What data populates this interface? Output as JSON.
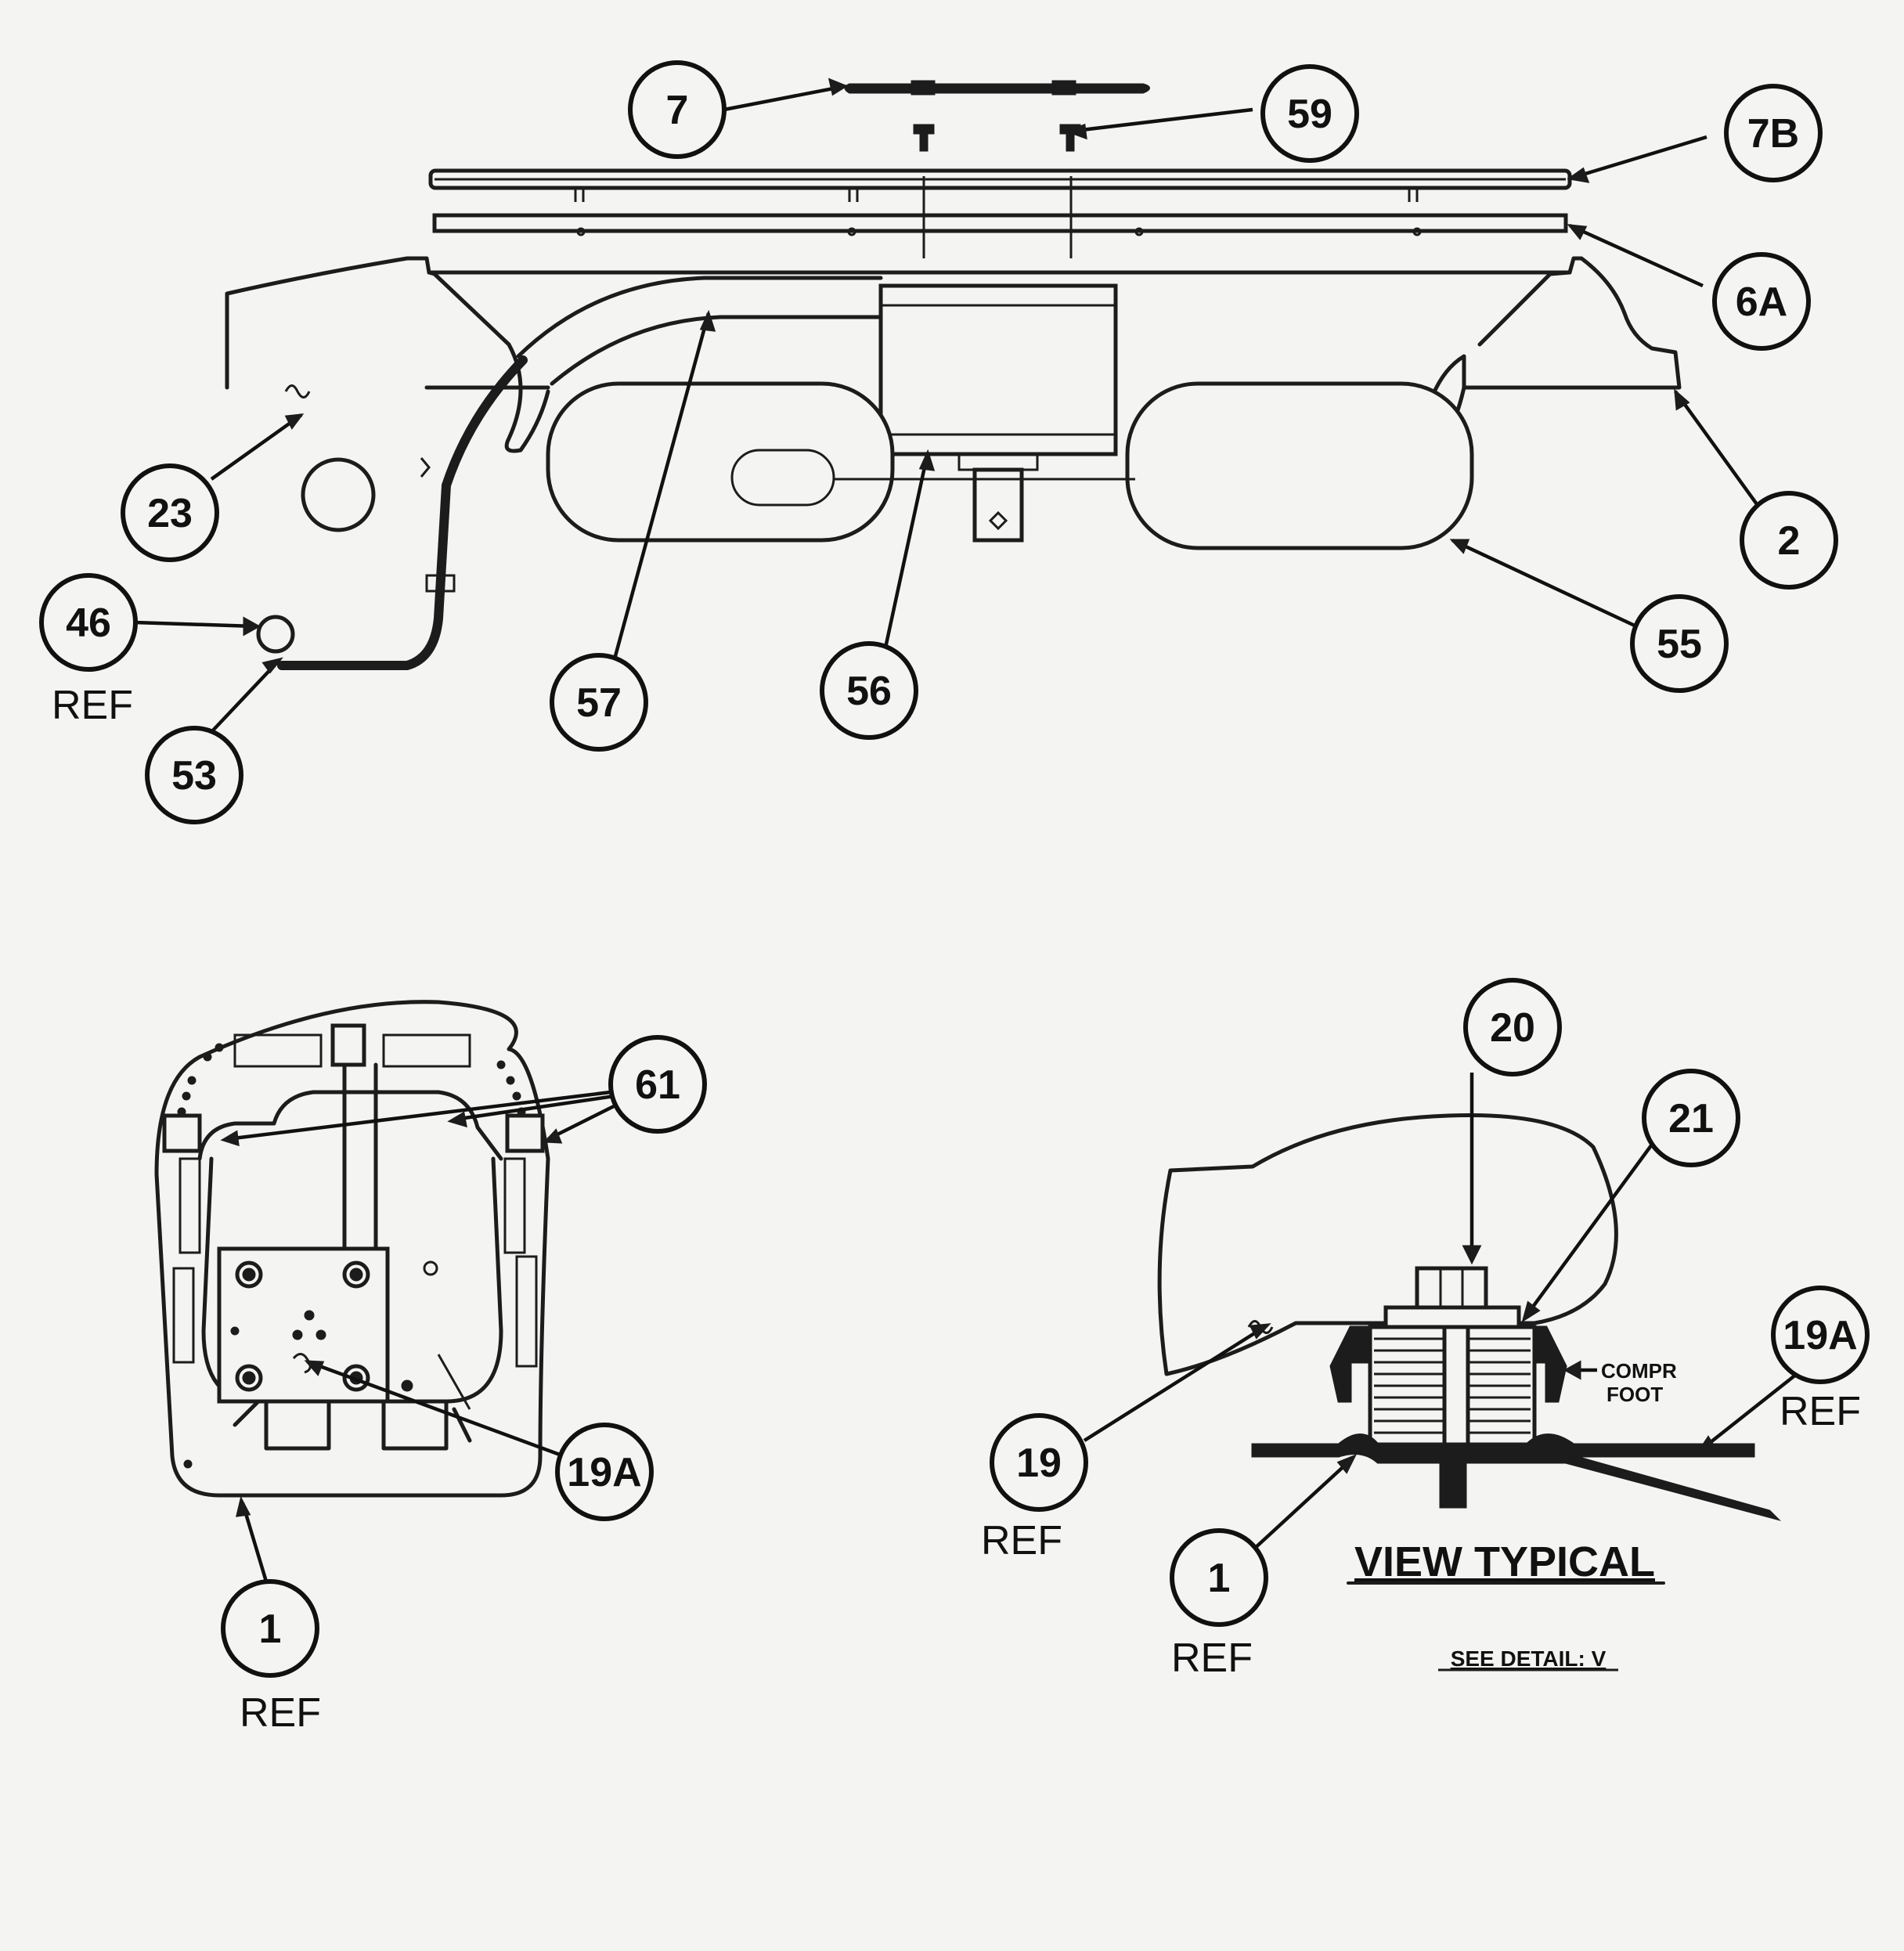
{
  "callouts": {
    "c7": "7",
    "c59": "59",
    "c7B": "7B",
    "c6A": "6A",
    "c2": "2",
    "c23": "23",
    "c46": "46",
    "c53": "53",
    "c57": "57",
    "c56": "56",
    "c55": "55",
    "c61": "61",
    "c19A_left": "19A",
    "c1_left": "1",
    "c20": "20",
    "c21": "21",
    "c19A_right": "19A",
    "c19": "19",
    "c1_right": "1"
  },
  "refs": {
    "r46": "REF",
    "r1_left": "REF",
    "r19A_right": "REF",
    "r19": "REF",
    "r1_right": "REF"
  },
  "labels": {
    "compr_line1": "COMPR",
    "compr_line2": "FOOT",
    "view_title": "VIEW TYPICAL",
    "see_detail": "SEE DETAIL: V"
  }
}
